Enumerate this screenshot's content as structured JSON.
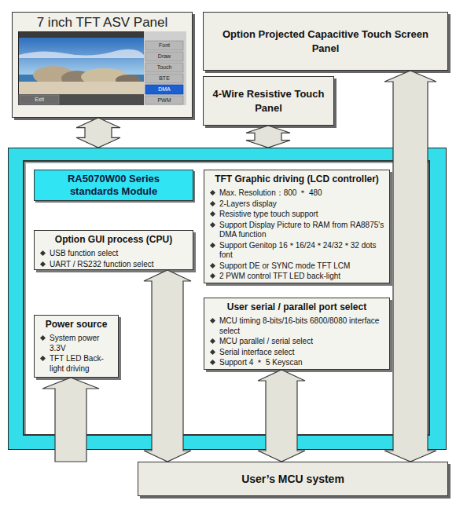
{
  "diagram": {
    "nodes": [
      {
        "text": [
          "7 inch TFT ASV Panel"
        ]
      },
      {
        "text": [
          "Option Projected Capacitive Touch Screen Panel"
        ]
      },
      {
        "text": [
          "4-Wire Resistive Touch Panel"
        ]
      },
      {
        "text": [
          "RA5070W00 Series standards Module"
        ]
      },
      {
        "text": [
          "TFT Graphic driving (LCD controller)",
          "Max. Resolution：800 ＊ 480",
          "2-Layers display",
          "Resistive type touch support",
          "Support Display Picture to RAM from RA8875's DMA function",
          "Support Genitop 16＊16/24＊24/32＊32 dots font",
          "Support DE or SYNC mode TFT LCM",
          "2 PWM control TFT LED back-light"
        ],
        "in": 3
      },
      {
        "text": [
          "Option GUI process (CPU)",
          "USB function select",
          "UART / RS232 function select"
        ],
        "in": 3
      },
      {
        "text": [
          "User serial / parallel port select",
          "MCU timing 8-bits/16-bits 6800/8080 interface select",
          "MCU parallel / serial select",
          "Serial interface select",
          "Support 4 ＊ 5 Keyscan"
        ],
        "in": 3
      },
      {
        "text": [
          "Power source",
          "System power 3.3V",
          "TFT LED Back-light driving"
        ],
        "in": 3
      },
      {
        "text": [
          "User’s MCU system"
        ]
      }
    ],
    "edges": [
      {
        "from": 0,
        "to": 3,
        "arrow": "both"
      },
      {
        "from": 2,
        "to": 3,
        "arrow": "both"
      },
      {
        "from": 1,
        "to": 8,
        "arrow": "both"
      },
      {
        "from": 5,
        "to": 8,
        "arrow": "both"
      },
      {
        "from": 6,
        "to": 8,
        "arrow": "both"
      },
      {
        "from": 8,
        "to": 7,
        "arrow": "to"
      }
    ],
    "labels": [
      "Font",
      "Draw",
      "Touch",
      "BTE",
      "DMA",
      "PWM",
      "Exit"
    ]
  }
}
